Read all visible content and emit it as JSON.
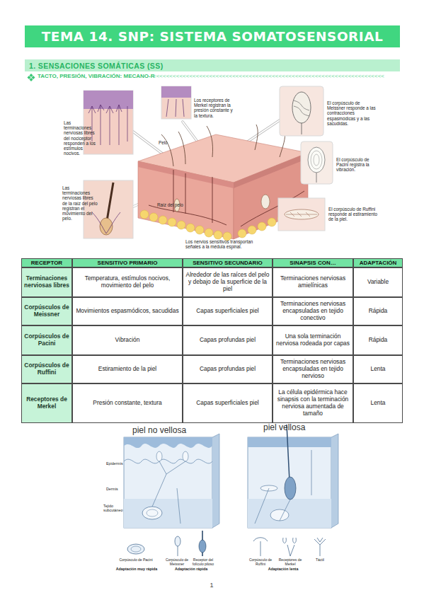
{
  "diagram": {
    "title": "TEMA 14. SNP: SISTEMA SOMATOSENSORIAL",
    "nodes": [
      {
        "text": [
          "1. SENSACIONES SOMÁTICAS (SS)"
        ]
      }
    ],
    "labels": [
      "TACTO, PRESIÓN, VIBRACIÓN: MECANO-R",
      "<<<<<<<<<<<<<<<<<<<<<<<<<<<<<<<<<<<<<<<<<<<<<<<<<<<<<<<<<<<<<<<<<<<<<<",
      "Los receptores de Merkel registran la presión constante y la textura.",
      "El corpúsculo de Meissner responde a las contracciones espasmódicas y a las sacudidas.",
      "Las terminaciones nerviosas libres del nociceptor responden a los estímulos nocivos.",
      "Pelo",
      "El corpúsculo de Pacini registra la vibración.",
      "Las terminaciones nerviosas libres de la raíz del pelo registran el movimiento del pelo.",
      "Raíz del pelo",
      "Los nervios sensitivos transportan señales a la médula espinal.",
      "El corpúsculo de Ruffini responde al estiramiento de la piel.",
      "RECEPTOR",
      "SENSITIVO PRIMARIO",
      "SENSITIVO SECUNDARIO",
      "SINAPSIS CON…",
      "ADAPTACIÓN",
      "Terminaciones nerviosas libres",
      "Temperatura, estímulos nocivos, movimiento del pelo",
      "Alrededor de las raíces del pelo y debajo de la superficie de la piel",
      "Terminaciones nerviosas amielínicas",
      "Variable",
      "Corpúsculos de Meissner",
      "Movimientos espasmódicos, sacudidas",
      "Capas superficiales piel",
      "Terminaciones nerviosas encapsuladas en tejido conectivo",
      "Rápida",
      "Corpúsculos de Pacini",
      "Vibración",
      "Capas profundas piel",
      "Una sola terminación nerviosa rodeada por capas",
      "Rápida",
      "Corpúsculos de Ruffini",
      "Estiramiento de la piel",
      "Capas profundas piel",
      "Terminaciones nerviosas encapsuladas en tejido nervioso",
      "Lenta",
      "Receptores de Merkel",
      "Presión constante, textura",
      "Capas superficiales piel",
      "La célula epidérmica hace sinapsis con la terminación nerviosa aumentada de tamaño",
      "Lenta",
      "piel no vellosa",
      "piel vellosa",
      "Epidermis",
      "Dermis",
      "Tejido subcutáneo",
      "Corpúsculo de Pacini",
      "Corpúsculo de Meissner",
      "Receptor del folículo piloso",
      "Corpúsculo de Ruffini",
      "Receptores de Merkel",
      "Táctil",
      "Adaptación muy rápida",
      "Adaptación rápida",
      "Adaptación lenta",
      "1"
    ]
  }
}
